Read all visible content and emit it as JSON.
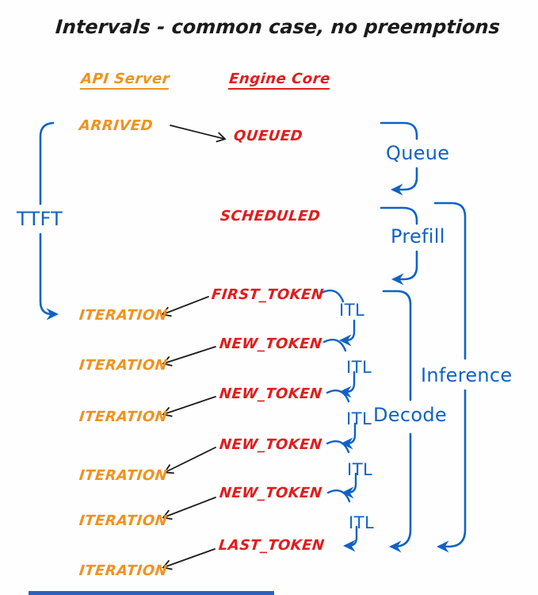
{
  "title": "Intervals - common case, no preemptions",
  "columns": {
    "api_server": "API Server",
    "engine_core": "Engine Core"
  },
  "api_server_events": [
    {
      "label": "ARRIVED"
    },
    {
      "label": "ITERATION"
    },
    {
      "label": "ITERATION"
    },
    {
      "label": "ITERATION"
    },
    {
      "label": "ITERATION"
    },
    {
      "label": "ITERATION"
    },
    {
      "label": "ITERATION"
    }
  ],
  "engine_core_events": [
    {
      "label": "QUEUED"
    },
    {
      "label": "SCHEDULED"
    },
    {
      "label": "FIRST_TOKEN"
    },
    {
      "label": "NEW_TOKEN"
    },
    {
      "label": "NEW_TOKEN"
    },
    {
      "label": "NEW_TOKEN"
    },
    {
      "label": "NEW_TOKEN"
    },
    {
      "label": "LAST_TOKEN"
    }
  ],
  "interval_labels": {
    "ttft": "TTFT",
    "queue": "Queue",
    "prefill": "Prefill",
    "decode": "Decode",
    "inference": "Inference",
    "itl": "ITL"
  },
  "colors": {
    "api_events": "#f0921e",
    "engine_events": "#e01d1d",
    "intervals": "#1062c4",
    "ink": "#1b1b1b"
  }
}
